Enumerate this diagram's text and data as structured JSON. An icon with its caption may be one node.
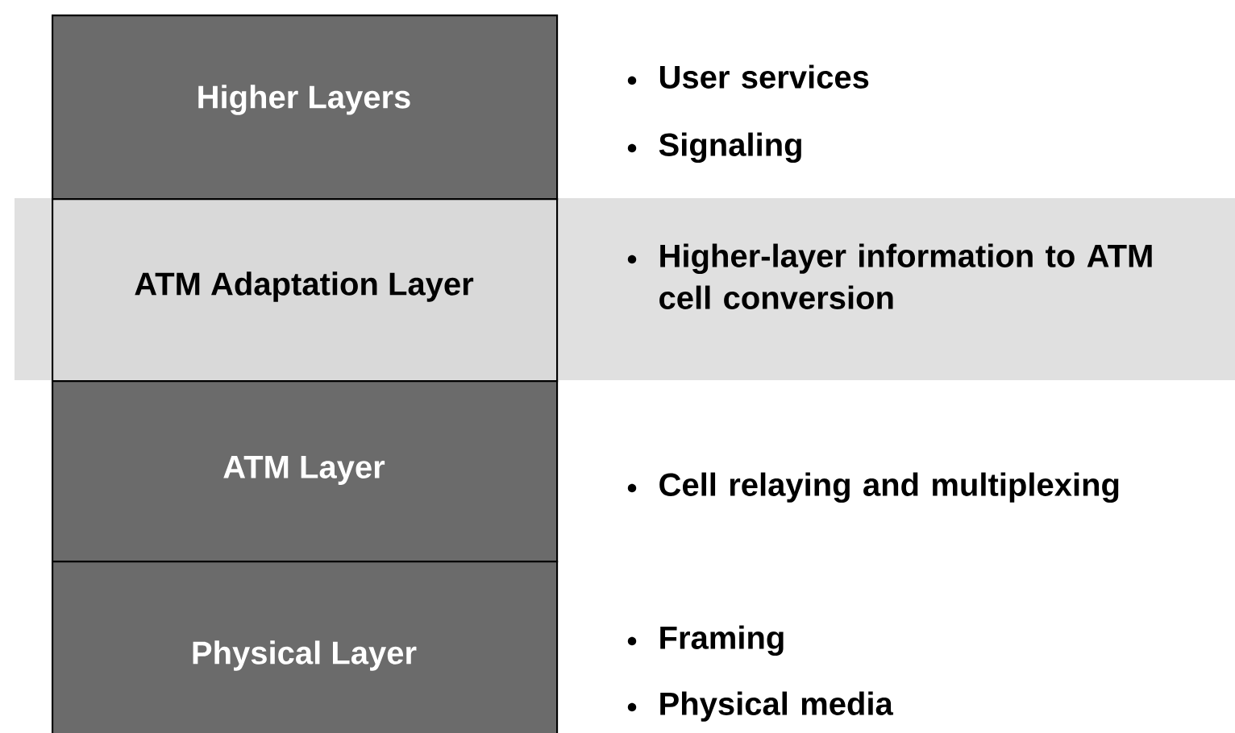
{
  "diagram": {
    "nodes": [
      {
        "text": [
          "Higher Layers"
        ],
        "beside": [
          "User services",
          "Signaling"
        ]
      },
      {
        "text": [
          "ATM Adaptation Layer"
        ],
        "beside": [
          "Higher-layer information to ATM cell conversion"
        ]
      },
      {
        "text": [
          "ATM Layer"
        ],
        "beside": [
          "Cell relaying and multiplexing"
        ]
      },
      {
        "text": [
          "Physical Layer"
        ],
        "beside": [
          "Framing",
          "Physical media"
        ]
      }
    ],
    "edges": []
  }
}
